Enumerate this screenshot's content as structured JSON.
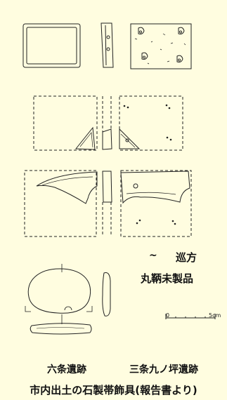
{
  "labels": {
    "tilde": "~",
    "shrine": "巡方",
    "kind": "丸鞆未製品",
    "site_left": "六条遺跡",
    "site_right": "三条九ノ坪遺跡",
    "caption": "市内出土の石製帯飾具(報告書より)"
  },
  "scale": {
    "start": "0",
    "end": "5cm"
  }
}
